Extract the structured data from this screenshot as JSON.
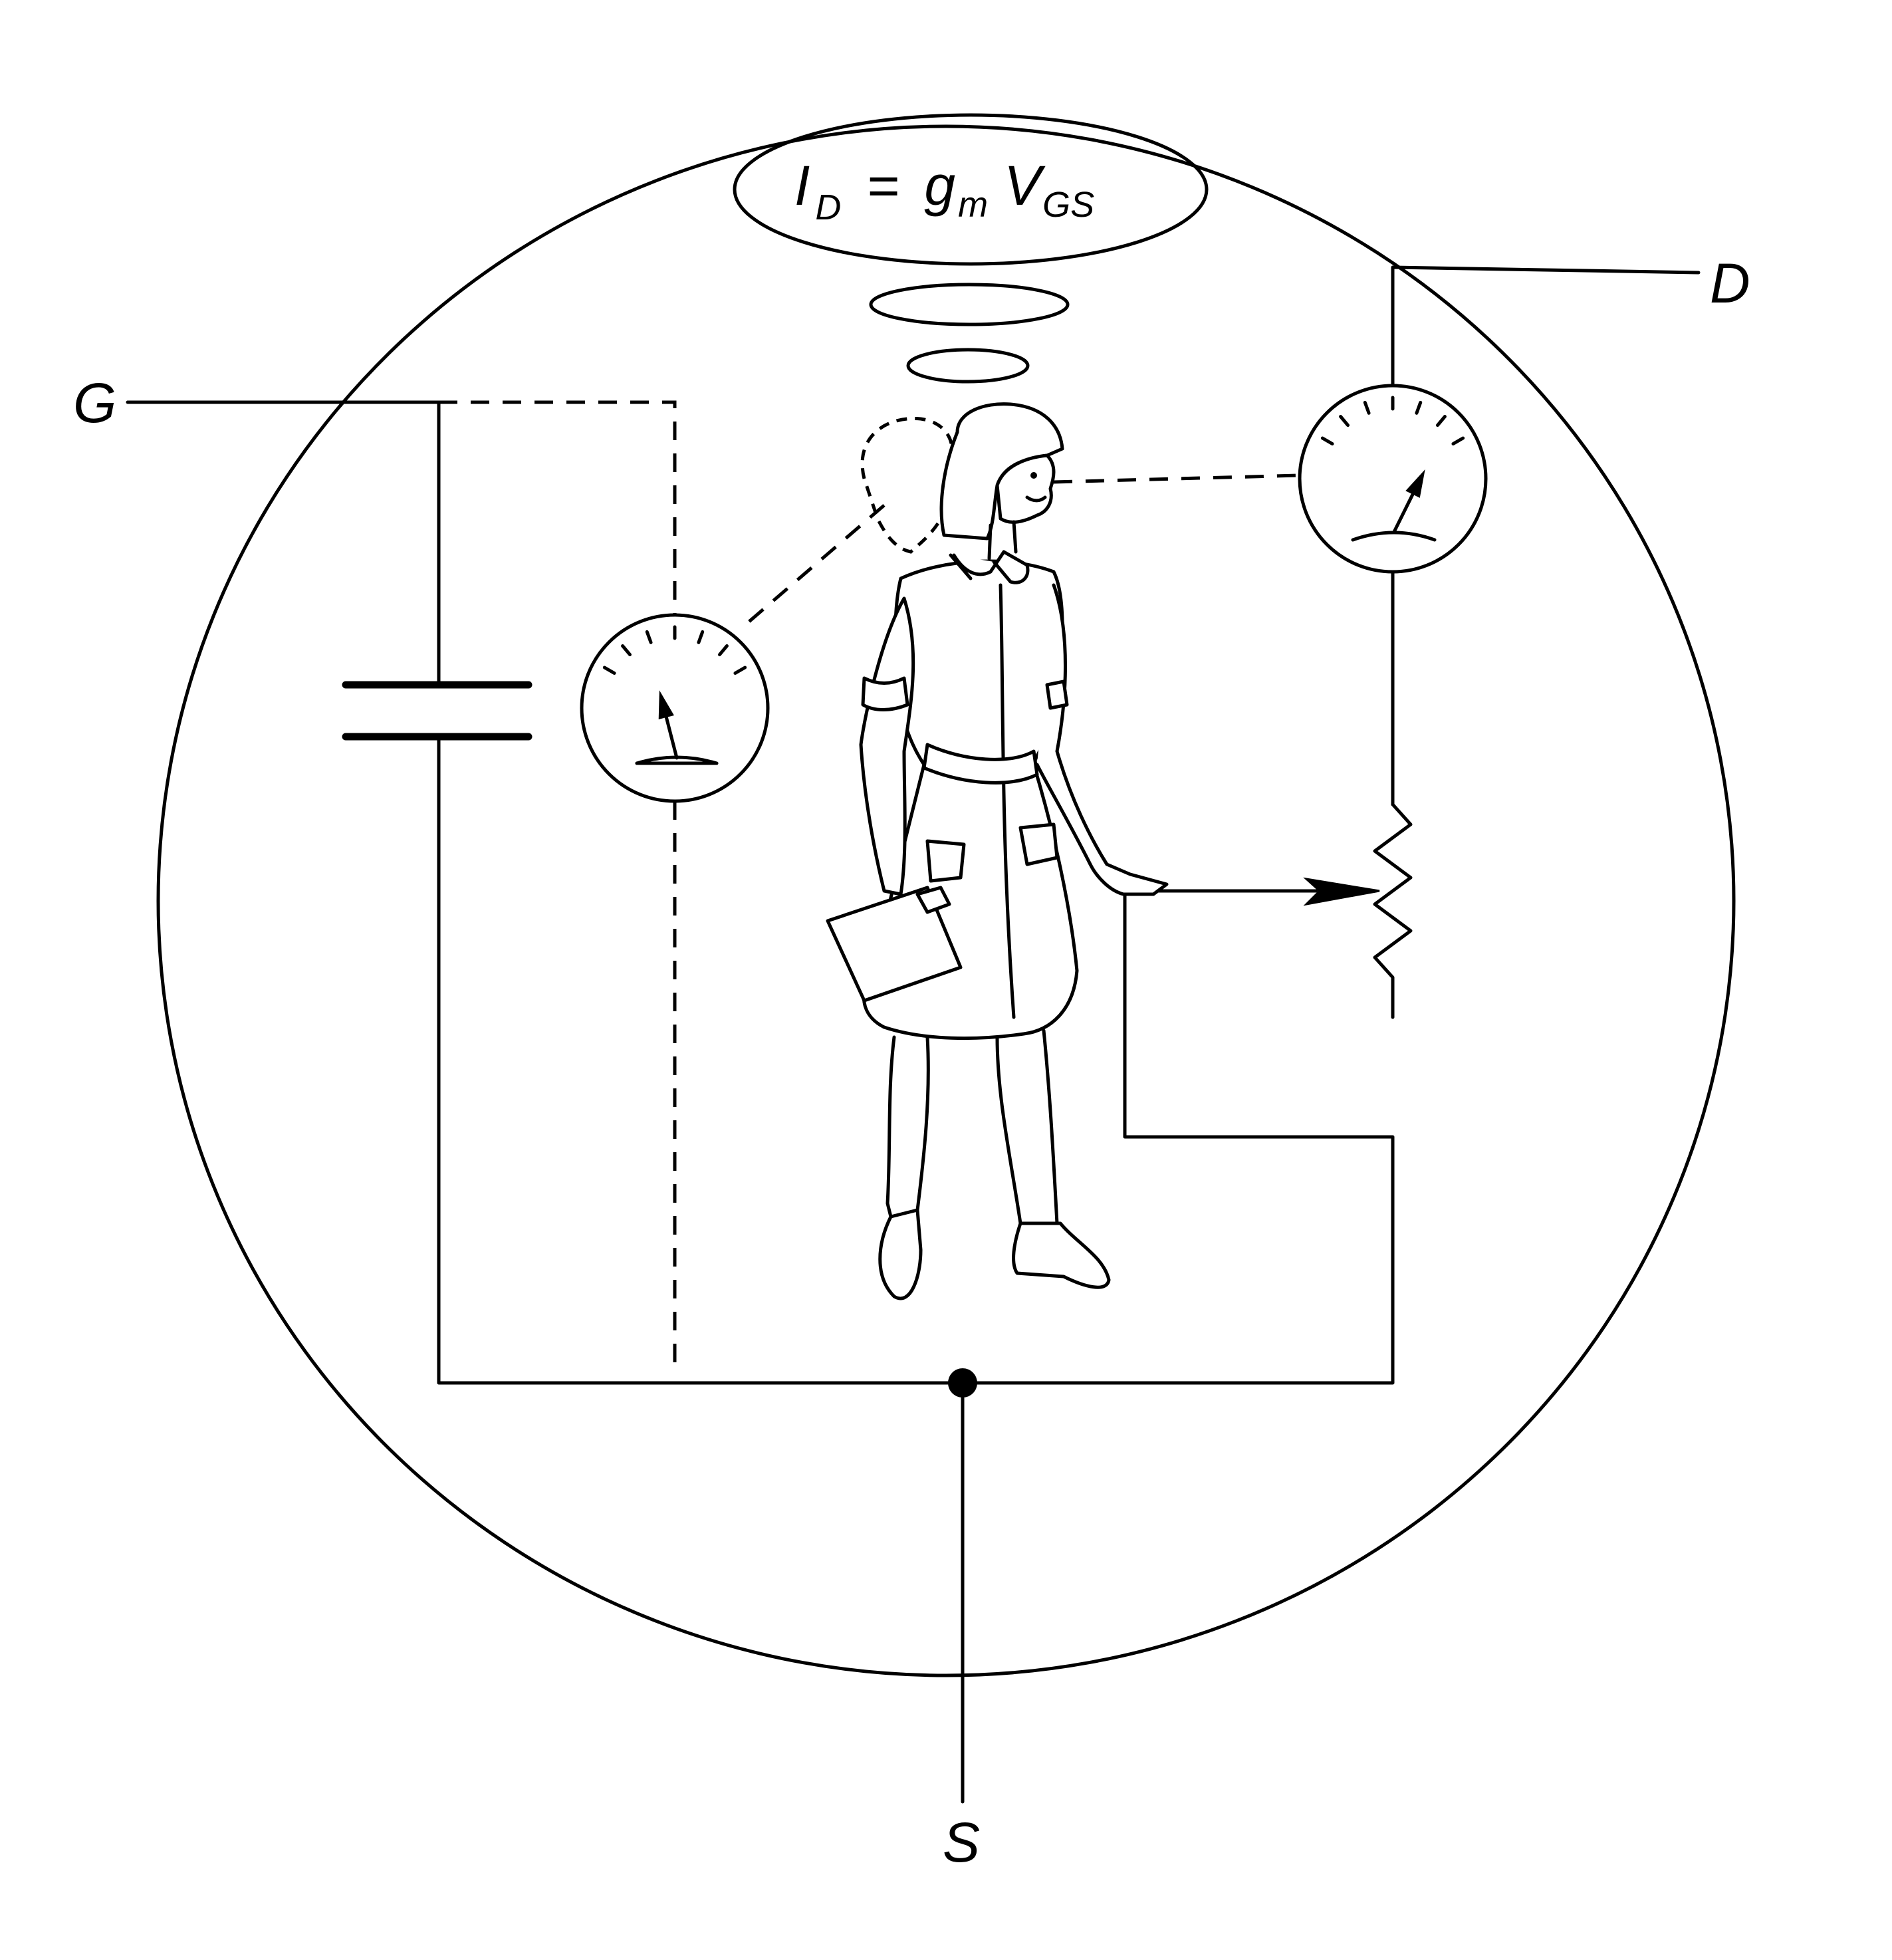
{
  "terminals": {
    "gate": "G",
    "drain": "D",
    "source": "S"
  },
  "equation": {
    "current_symbol": "I",
    "current_subscript": "D",
    "equals": "=",
    "transconductance_symbol": "g",
    "transconductance_subscript": "m",
    "voltage_symbol": "V",
    "voltage_subscript": "GS"
  },
  "gate_meter": {
    "needle_level": 0.38
  },
  "drain_meter": {
    "needle_level": 0.72
  }
}
